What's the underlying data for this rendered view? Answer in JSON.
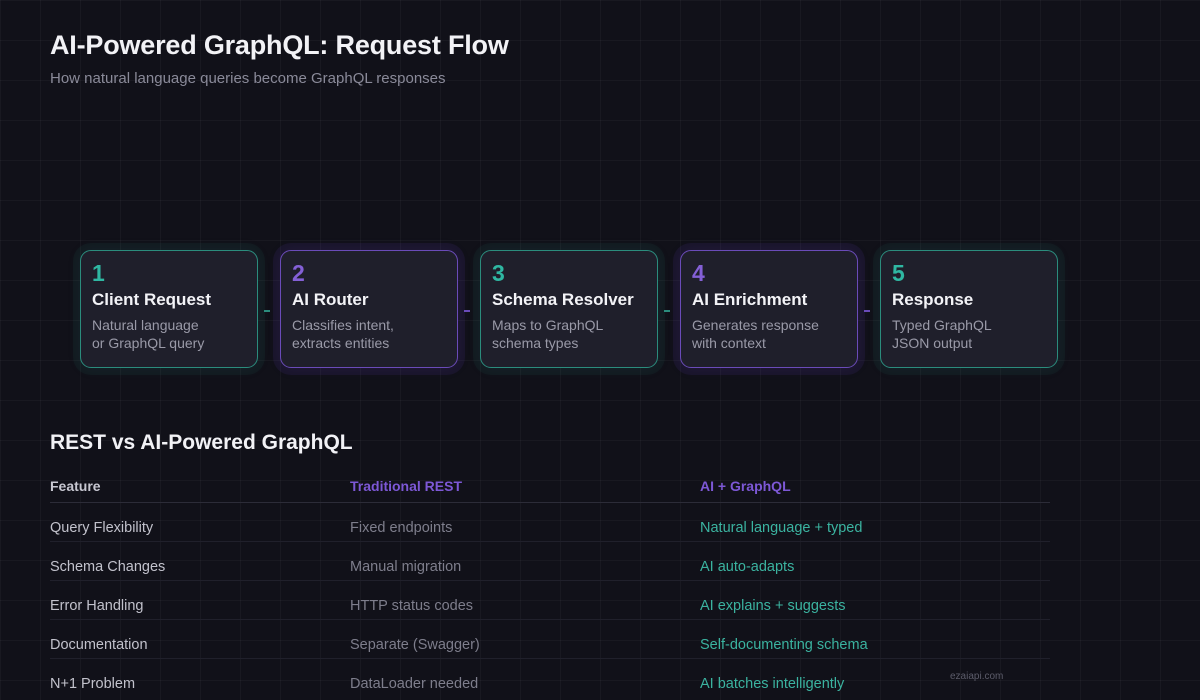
{
  "header": {
    "title": "AI-Powered GraphQL: Request Flow",
    "subtitle": "How natural language queries become GraphQL responses"
  },
  "flow": {
    "steps": [
      {
        "number": "1",
        "title": "Client Request",
        "desc_line1": "Natural language",
        "desc_line2": "or GraphQL query",
        "accent": "#2fb7a2"
      },
      {
        "number": "2",
        "title": "AI Router",
        "desc_line1": "Classifies intent,",
        "desc_line2": "extracts entities",
        "accent": "#8460d6"
      },
      {
        "number": "3",
        "title": "Schema Resolver",
        "desc_line1": "Maps to GraphQL",
        "desc_line2": "schema types",
        "accent": "#2fb7a2"
      },
      {
        "number": "4",
        "title": "AI Enrichment",
        "desc_line1": "Generates response",
        "desc_line2": "with context",
        "accent": "#8460d6"
      },
      {
        "number": "5",
        "title": "Response",
        "desc_line1": "Typed GraphQL",
        "desc_line2": "JSON output",
        "accent": "#2fb7a2"
      }
    ]
  },
  "comparison": {
    "title": "REST vs AI-Powered GraphQL",
    "headers": [
      "Feature",
      "Traditional REST",
      "AI + GraphQL"
    ],
    "rows": [
      [
        "Query Flexibility",
        "Fixed endpoints",
        "Natural language + typed"
      ],
      [
        "Schema Changes",
        "Manual migration",
        "AI auto-adapts"
      ],
      [
        "Error Handling",
        "HTTP status codes",
        "AI explains + suggests"
      ],
      [
        "Documentation",
        "Separate (Swagger)",
        "Self-documenting schema"
      ],
      [
        "N+1 Problem",
        "DataLoader needed",
        "AI batches intelligently"
      ]
    ]
  },
  "watermark": "ezaiapi.com",
  "colors": {
    "background": "#111119",
    "teal": "#2fb7a2",
    "purple": "#8460d6"
  }
}
